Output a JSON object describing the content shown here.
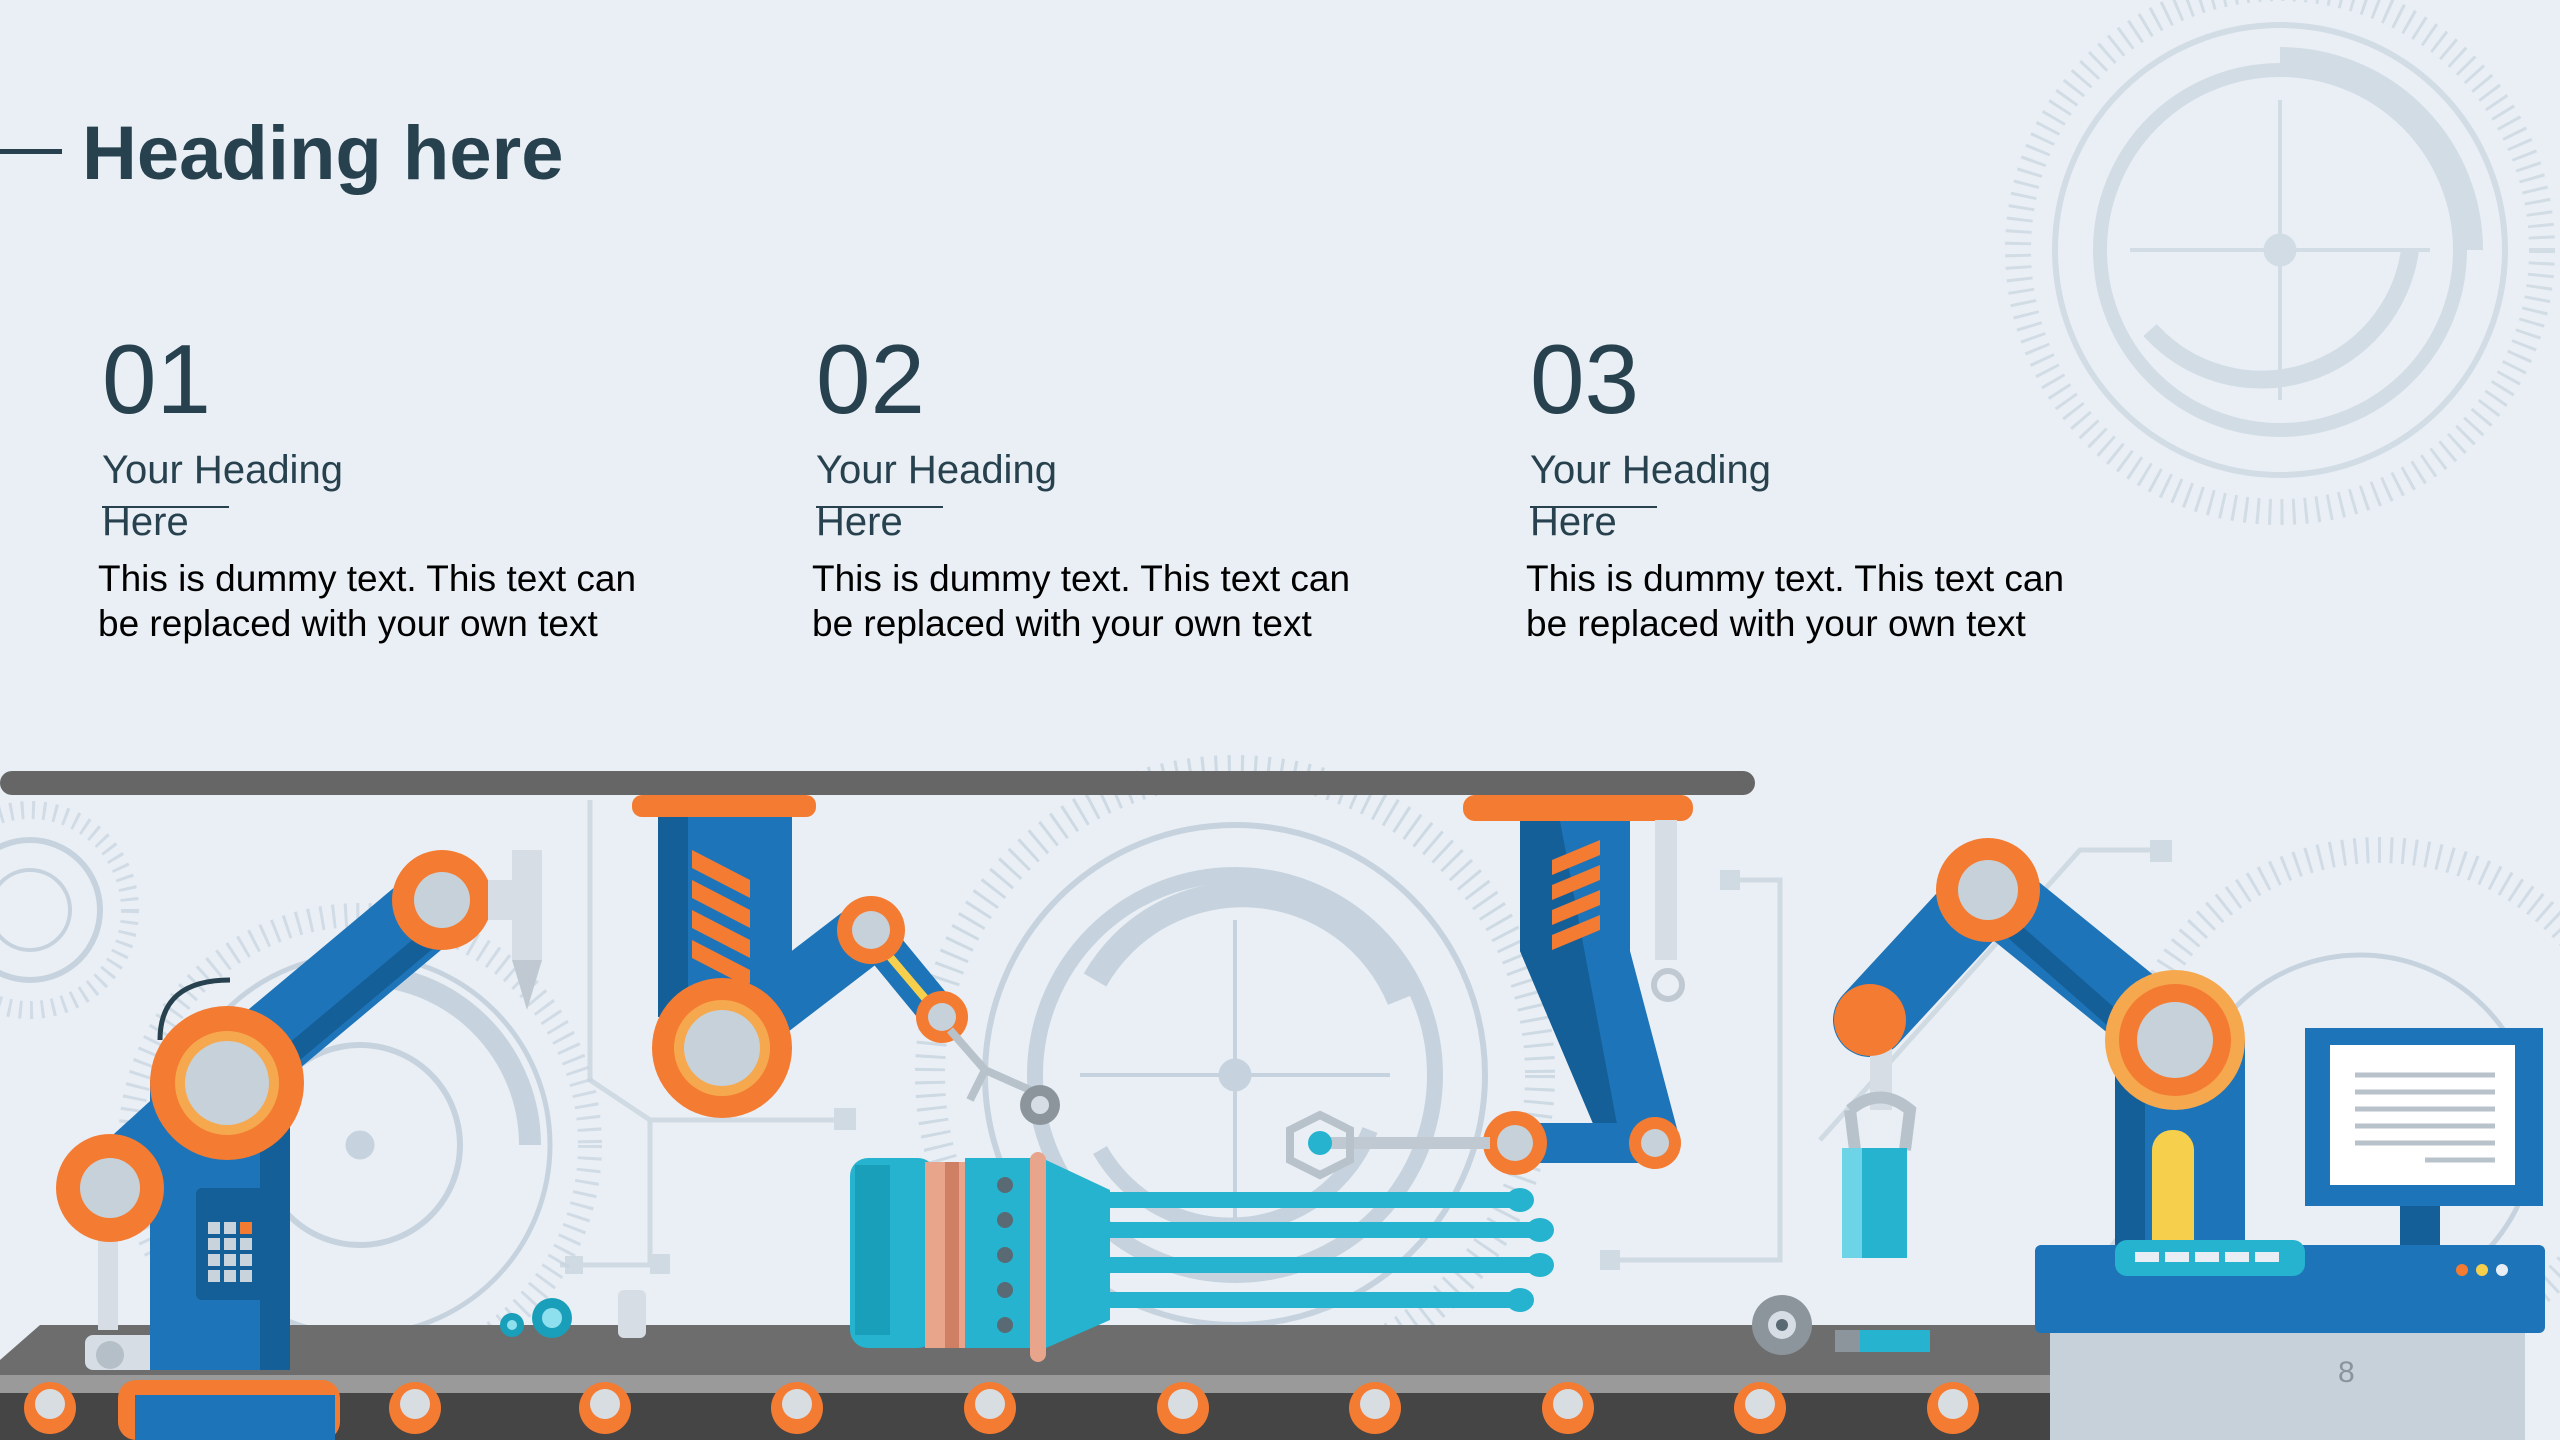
{
  "slide": {
    "title": "Heading here",
    "page_number": "8"
  },
  "columns": [
    {
      "number": "01",
      "heading": "Your Heading Here",
      "text": "This is dummy text. This text can be replaced with your own text"
    },
    {
      "number": "02",
      "heading": "Your Heading Here",
      "text": "This is dummy text. This text can be replaced with your own text"
    },
    {
      "number": "03",
      "heading": "Your Heading Here",
      "text": "This is dummy text. This text can be replaced with your own text"
    }
  ],
  "colors": {
    "background": "#eaeff5",
    "heading": "#27424e",
    "robot_blue": "#1d74b8",
    "robot_orange": "#f47b32",
    "conveyor": "#5f5f5f",
    "cyan": "#25b3cf"
  },
  "illustration": {
    "icons": [
      "robot-arm-icon",
      "gear-icon",
      "monitor-icon",
      "conveyor-belt-icon"
    ]
  }
}
